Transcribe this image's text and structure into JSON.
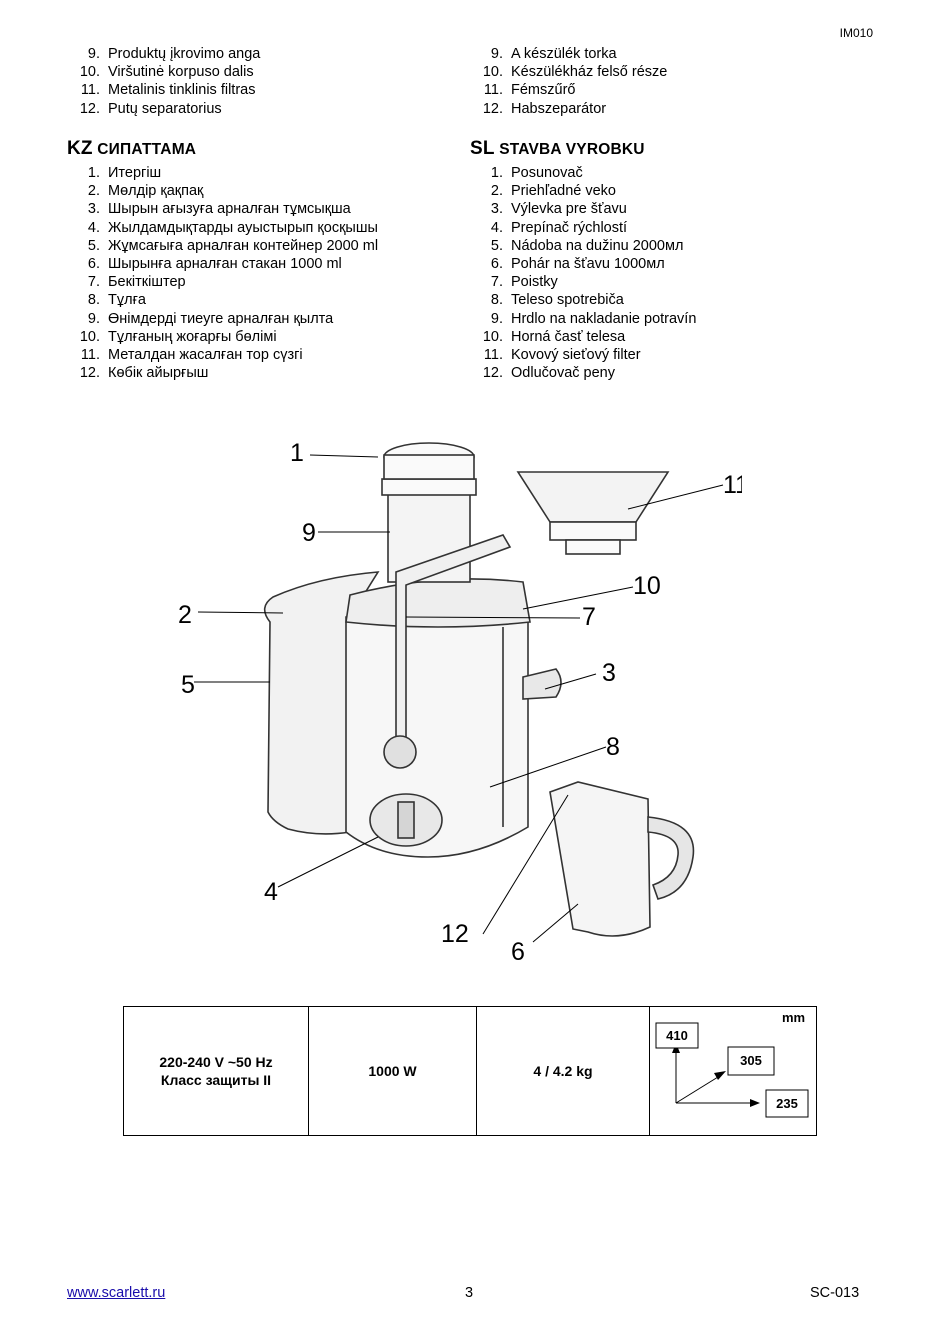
{
  "doc_code": "IM010",
  "lt_items_continued": [
    {
      "n": "9.",
      "text": "Produktų įkrovimo anga"
    },
    {
      "n": "10.",
      "text": "Viršutinė korpuso dalis"
    },
    {
      "n": "11.",
      "text": "Metalinis tinklinis filtras"
    },
    {
      "n": "12.",
      "text": "Putų separatorius"
    }
  ],
  "hu_items_continued": [
    {
      "n": "9.",
      "text": "A készülék torka"
    },
    {
      "n": "10.",
      "text": "Készülékház felső része"
    },
    {
      "n": "11.",
      "text": "Fémszűrő"
    },
    {
      "n": "12.",
      "text": "Habszeparátor"
    }
  ],
  "kz": {
    "code": "KZ",
    "heading": "СИПАТТАМА",
    "items": [
      {
        "n": "1.",
        "text": "Итергіш"
      },
      {
        "n": "2.",
        "text": "Мөлдір қақпақ"
      },
      {
        "n": "3.",
        "text": "Шырын ағызуға арналған тұмсықша"
      },
      {
        "n": "4.",
        "text": "Жылдамдықтарды ауыстырып қосқышы"
      },
      {
        "n": "5.",
        "text": "Жұмсағыға арналған контейнер 2000 ml"
      },
      {
        "n": "6.",
        "text": "Шырынға арналған стакан 1000 ml"
      },
      {
        "n": "7.",
        "text": "Бекіткіштер"
      },
      {
        "n": "8.",
        "text": "Тұлға"
      },
      {
        "n": "9.",
        "text": "Өнімдерді тиеуге арналған қылта"
      },
      {
        "n": "10.",
        "text": "Тұлғаның жоғарғы бөлімі"
      },
      {
        "n": "11.",
        "text": "Металдан жасалған тор сүзгі"
      },
      {
        "n": "12.",
        "text": "Көбік айырғыш"
      }
    ]
  },
  "sl": {
    "code": "SL",
    "heading": "STAVBA VYROBKU",
    "items": [
      {
        "n": "1.",
        "text": "Posunovač"
      },
      {
        "n": "2.",
        "text": "Priehľadné veko"
      },
      {
        "n": "3.",
        "text": "Výlevka pre šťavu"
      },
      {
        "n": "4.",
        "text": "Prepínač rýchlostí"
      },
      {
        "n": "5.",
        "text": "Nádoba na dužinu 2000мл"
      },
      {
        "n": "6.",
        "text": "Pohár na šťavu 1000мл"
      },
      {
        "n": "7.",
        "text": "Poistky"
      },
      {
        "n": "8.",
        "text": "Teleso spotrebiča"
      },
      {
        "n": "9.",
        "text": "Hrdlo na nakladanie potravín"
      },
      {
        "n": "10.",
        "text": "Horná časť telesa"
      },
      {
        "n": "11.",
        "text": "Kovový sieťový filter"
      },
      {
        "n": "12.",
        "text": "Odlučovač peny"
      }
    ]
  },
  "figure_callouts": [
    "1",
    "2",
    "3",
    "4",
    "5",
    "6",
    "7",
    "8",
    "9",
    "10",
    "11",
    "12"
  ],
  "specs": {
    "voltage": "220-240 V ~50 Hz",
    "protection": "Класс защиты II",
    "power": "1000 W",
    "weight": "4 / 4.2 kg",
    "unit": "mm",
    "height": "410",
    "depth": "305",
    "width": "235"
  },
  "footer": {
    "site": "www.scarlett.ru",
    "page": "3",
    "model": "SC-013"
  }
}
